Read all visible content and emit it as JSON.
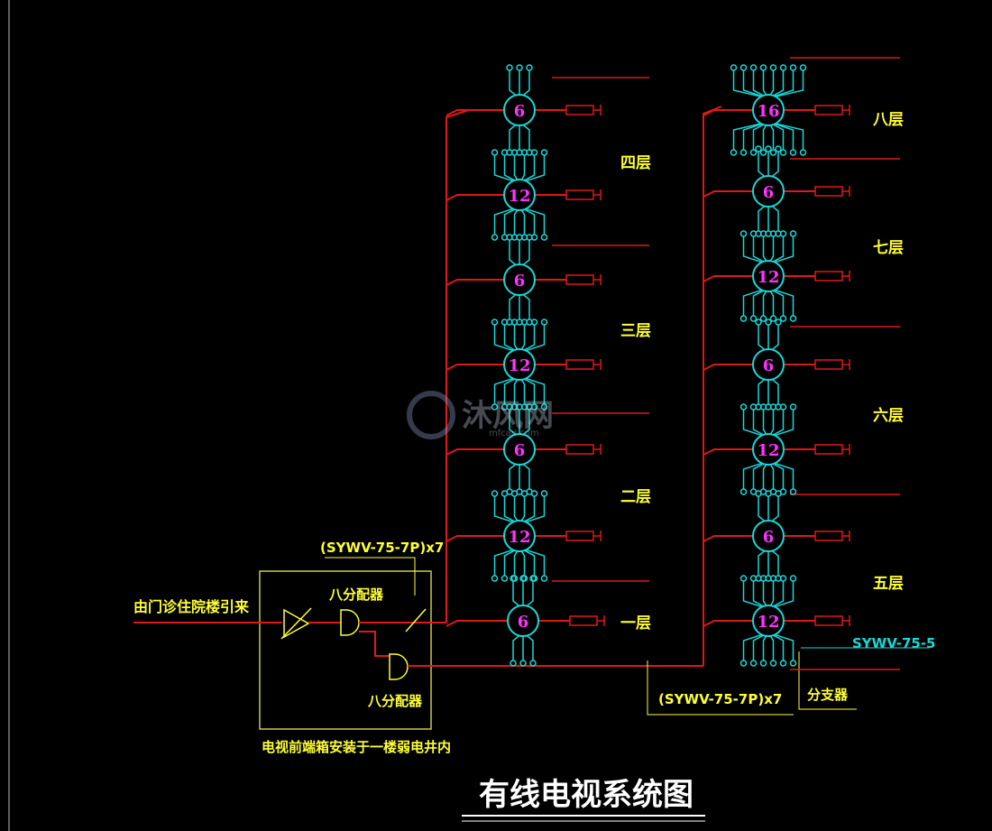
{
  "colors": {
    "background": "#000000",
    "feeder": "#e01818",
    "outlet": "#19d8d8",
    "splitter_number": "#ff33ff",
    "text": "#ffff33",
    "title": "#ffffff",
    "frame": "#c8c850"
  },
  "title": "有线电视系统图",
  "source_label": "由门诊住院楼引来",
  "amplifier_box": {
    "splitter_top_label": "八分配器",
    "splitter_bottom_label": "八分配器",
    "install_note": "电视前端箱安装于一楼弱电井内"
  },
  "cable_labels": {
    "top_cable": "(SYWV-75-7P)x7",
    "bottom_cable": "(SYWV-75-7P)x7",
    "branch_cable": "SYWV-75-5",
    "splitter_name": "分支器"
  },
  "left_column": {
    "floors": [
      "四层",
      "三层",
      "二层",
      "一层"
    ],
    "splitters": [
      "6",
      "12",
      "6",
      "12",
      "6",
      "12",
      "6"
    ]
  },
  "right_column": {
    "floors": [
      "八层",
      "七层",
      "六层",
      "五层"
    ],
    "splitters": [
      "16",
      "6",
      "12",
      "6",
      "12",
      "6",
      "12"
    ]
  },
  "watermark": {
    "brand": "沐风网",
    "url": "mfcad.com"
  }
}
